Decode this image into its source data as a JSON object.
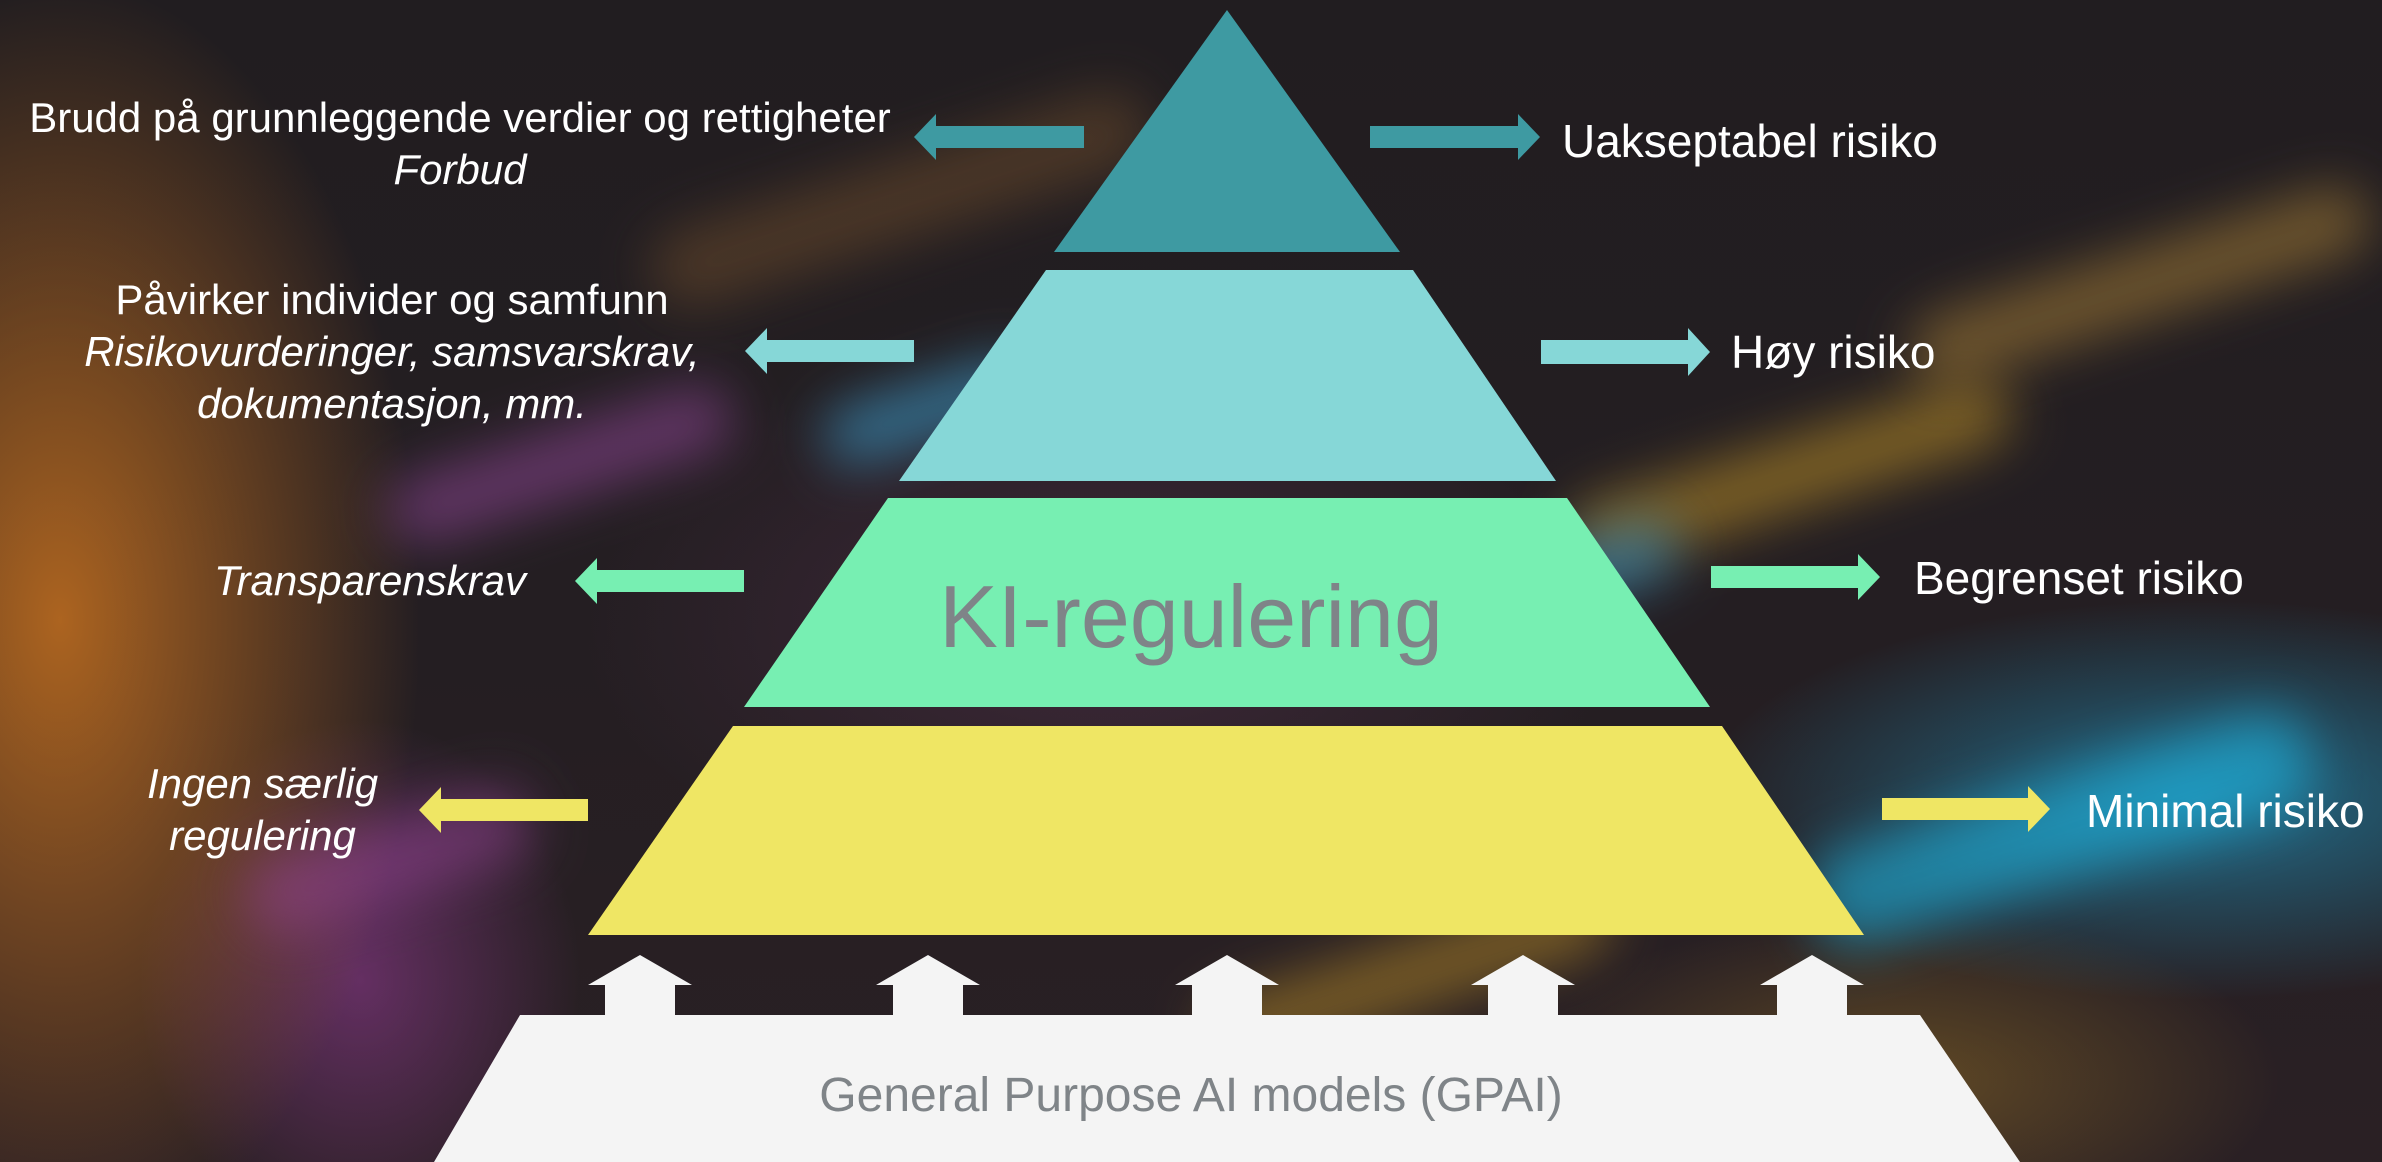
{
  "diagram": {
    "center_title": "KI-regulering",
    "base_label": "General Purpose AI models (GPAI)",
    "levels": [
      {
        "risk": "Uakseptabel risiko",
        "consequence_line1": "Brudd på grunnleggende verdier og rettigheter",
        "consequence_line2": "Forbud",
        "color": "#3e9aa2"
      },
      {
        "risk": "Høy risiko",
        "consequence_line1": "Påvirker individer og samfunn",
        "consequence_line2": "Risikovurderinger, samsvarskrav,",
        "consequence_line3": "dokumentasjon, mm.",
        "color": "#86d7d7"
      },
      {
        "risk": "Begrenset risiko",
        "consequence_line1": "Transparenskrav",
        "color": "#77efb2"
      },
      {
        "risk": "Minimal risiko",
        "consequence_line1": "Ingen særlig",
        "consequence_line2": "regulering",
        "color": "#efe664"
      }
    ],
    "base_color": "#f4f4f4",
    "center_text_color": "#7f8488"
  }
}
